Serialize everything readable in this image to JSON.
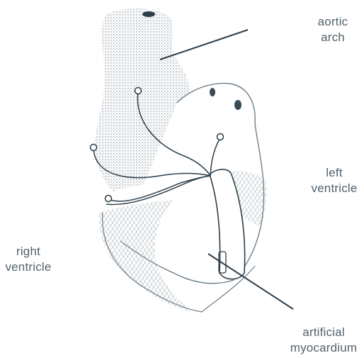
{
  "labels": {
    "aortic_arch": [
      "aortic",
      "arch"
    ],
    "left_ventricle": [
      "left",
      "ventricle"
    ],
    "right_ventricle": [
      "right",
      "ventricle"
    ],
    "artificial_myocardium": [
      "artificial",
      "myocardium"
    ]
  },
  "colors": {
    "ink": "#2c3e4a",
    "hatch": "#8c9ba6",
    "text": "#52616b"
  }
}
